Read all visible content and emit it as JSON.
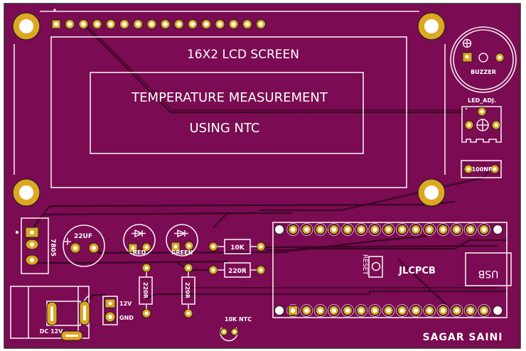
{
  "board": {
    "colors": {
      "substrate": "#7b0b52",
      "copper_pad": "#dea721",
      "pad_hole": "#ffffff",
      "silkscreen": "#f4e9f0",
      "trace": "#3a0427",
      "outline": "#2b2b2b"
    },
    "lcd": {
      "title": "16X2 LCD SCREEN",
      "line1": "TEMPERATURE MEASUREMENT",
      "line2": "USING NTC",
      "pin_count": 16
    },
    "components": {
      "buzzer": "BUZZER",
      "led_adj": "LED_ADJ.",
      "cap_100nf": "100NF",
      "regulator": "7805",
      "cap_22uf": "22UF",
      "cap_plus": "+",
      "led_red": "RED",
      "led_green": "GREEN",
      "res_10k": "10K",
      "res_220r_h": "220R",
      "res_220r_v1": "220R",
      "res_220r_v2": "220R",
      "ntc": "10K NTC",
      "dc_jack": "DC 12V",
      "terminal_12v": "12V",
      "terminal_gnd": "GND",
      "reset": "RESET",
      "usb": "USB",
      "mcu_pins_per_row": 15
    },
    "branding": {
      "fab": "JLCPCB",
      "author": "SAGAR SAINI"
    }
  }
}
